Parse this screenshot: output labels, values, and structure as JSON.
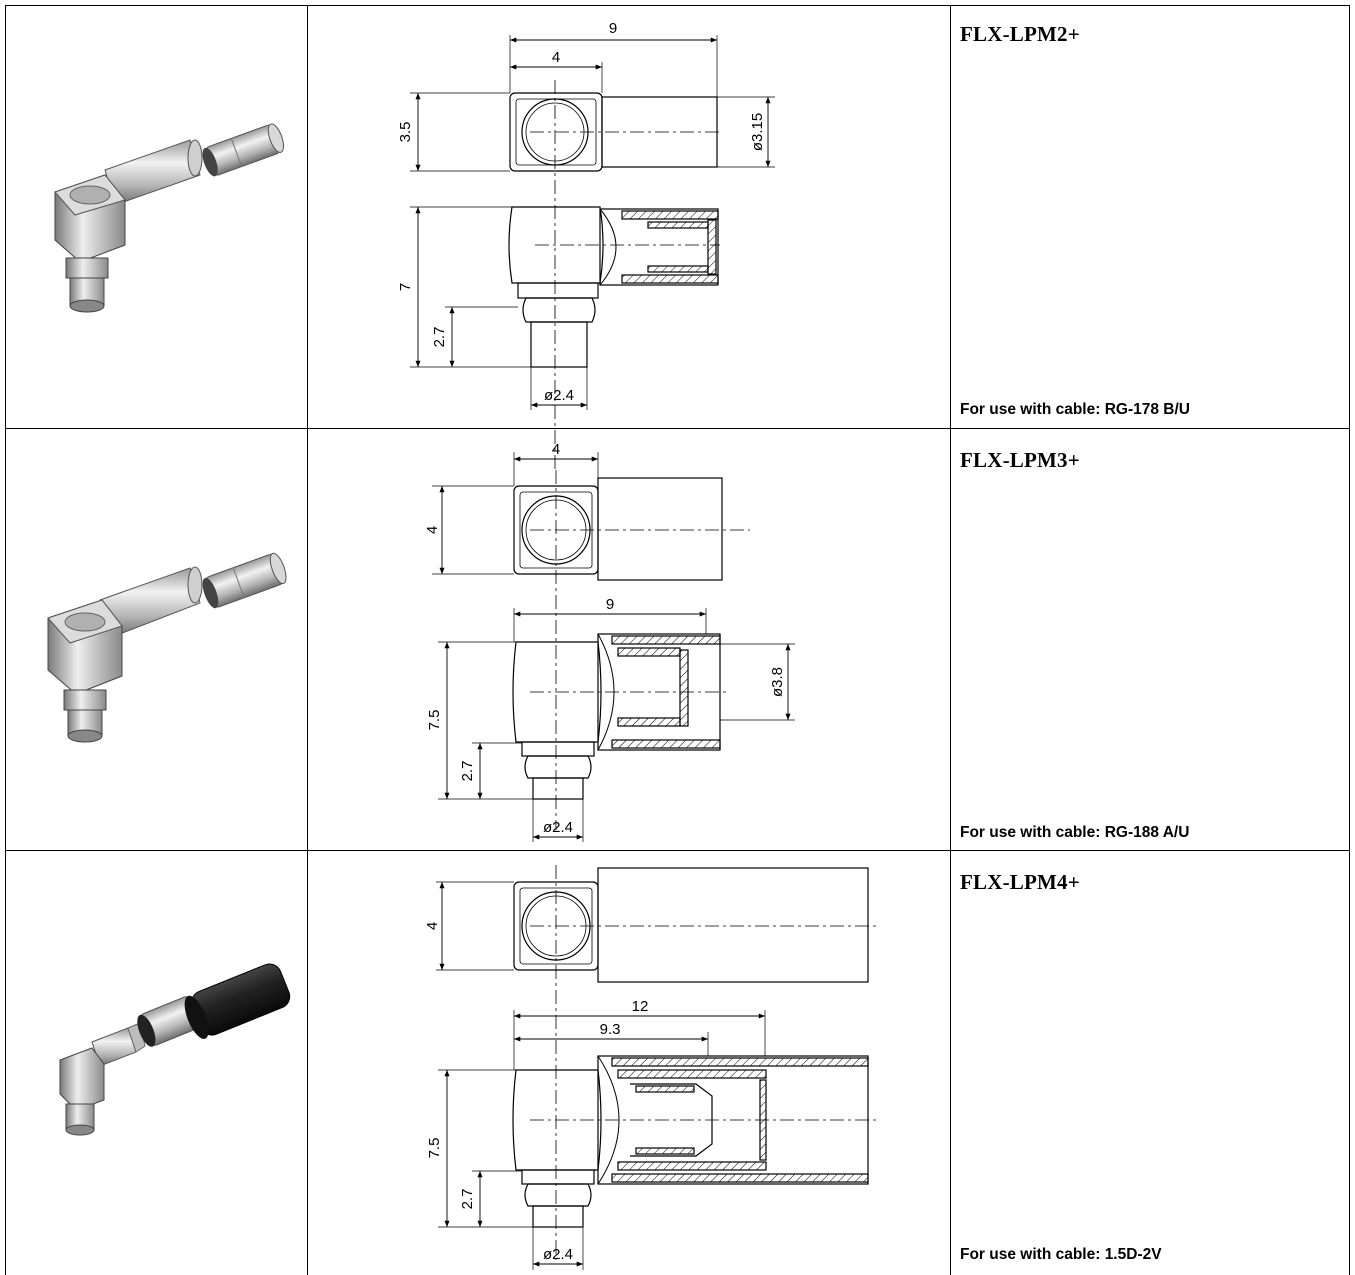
{
  "rows": [
    {
      "part_number": "FLX-LPM2+",
      "cable_note": "For use with cable: RG-178 B/U",
      "dimensions": {
        "overall_length": "9",
        "body_width_top": "4",
        "body_height_top": "3.5",
        "sleeve_diameter": "ø3.15",
        "total_height": "7",
        "pin_height": "2.7",
        "pin_diameter": "ø2.4"
      }
    },
    {
      "part_number": "FLX-LPM3+",
      "cable_note": "For use with cable: RG-188 A/U",
      "dimensions": {
        "body_width_top": "4",
        "body_height_top": "4",
        "overall_length": "9",
        "sleeve_diameter": "ø3.8",
        "total_height": "7.5",
        "pin_height": "2.7",
        "pin_diameter": "ø2.4"
      }
    },
    {
      "part_number": "FLX-LPM4+",
      "cable_note": "For use with cable: 1.5D-2V",
      "dimensions": {
        "body_height_top": "4",
        "overall_length": "12",
        "inner_length": "9.3",
        "total_height": "7.5",
        "pin_height": "2.7",
        "pin_diameter": "ø2.4"
      }
    }
  ],
  "colors": {
    "line": "#000000",
    "metal_light": "#e6e6e6",
    "metal_mid": "#a8a8a8",
    "metal_dark": "#6a6a6a",
    "rubber": "#1a1a1a"
  },
  "icons": [
    "connector-photo-straight-crimp",
    "connector-photo-crimp-sleeve",
    "connector-photo-heatshrink"
  ]
}
